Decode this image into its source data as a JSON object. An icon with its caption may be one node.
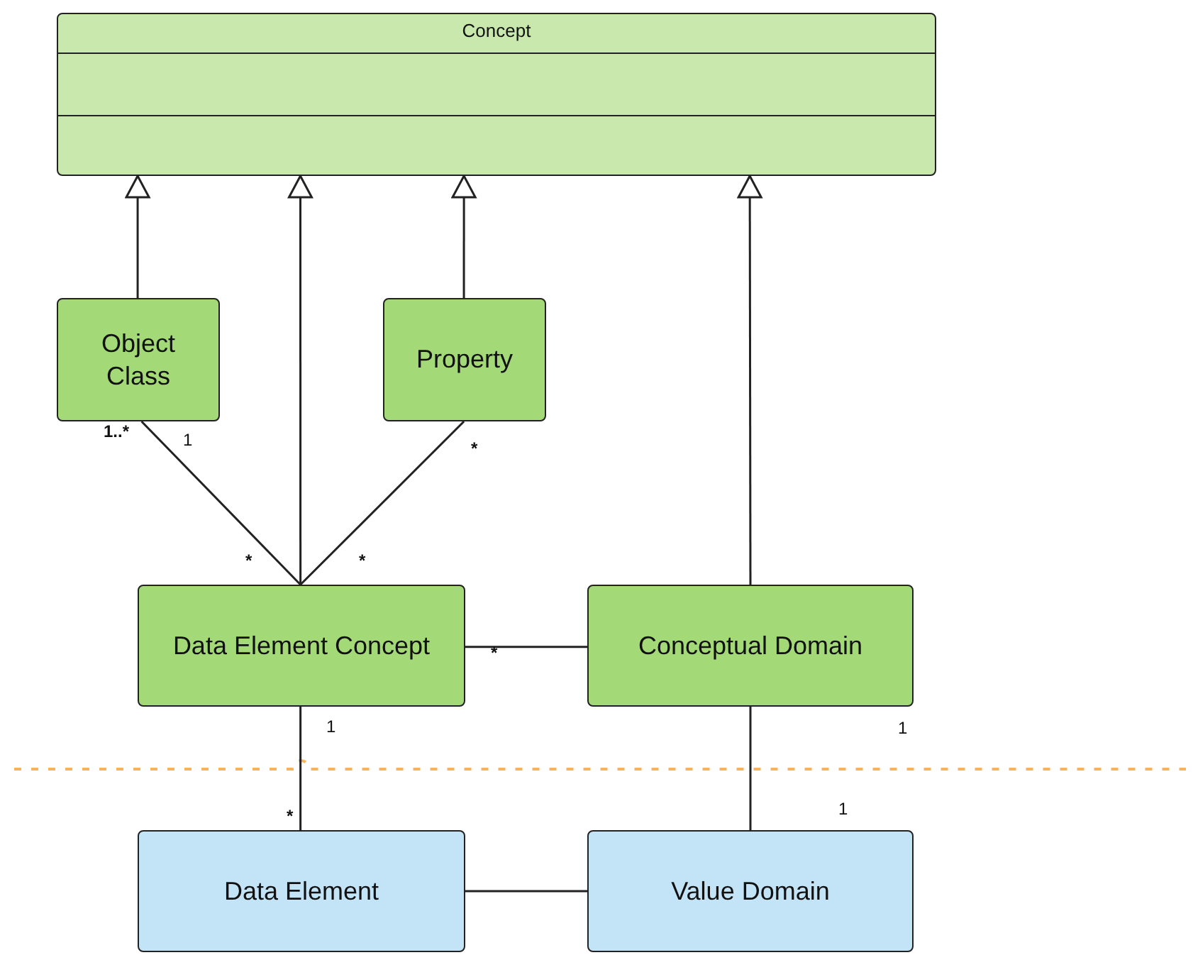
{
  "diagram": {
    "nodes": [
      {
        "text": [
          "Concept"
        ]
      },
      {
        "text": [
          "Object Class"
        ]
      },
      {
        "text": [
          "Property"
        ]
      },
      {
        "text": [
          "Data Element Concept"
        ]
      },
      {
        "text": [
          "Conceptual Domain"
        ]
      },
      {
        "text": [
          "Data Element"
        ]
      },
      {
        "text": [
          "Value Domain"
        ]
      }
    ],
    "edges": [
      {
        "from": 1,
        "to": 0,
        "arrow": "to"
      },
      {
        "from": 3,
        "to": 0,
        "arrow": "to"
      },
      {
        "from": 2,
        "to": 0,
        "arrow": "to"
      },
      {
        "from": 4,
        "to": 0,
        "arrow": "to"
      },
      {
        "from": 1,
        "to": 3,
        "arrow": "none"
      },
      {
        "from": 2,
        "to": 3,
        "arrow": "none"
      },
      {
        "from": 3,
        "to": 4,
        "arrow": "none"
      },
      {
        "from": 3,
        "to": 5,
        "arrow": "none"
      },
      {
        "from": 4,
        "to": 6,
        "arrow": "none"
      },
      {
        "from": 5,
        "to": 6,
        "arrow": "none"
      }
    ],
    "labels": [
      "1..*",
      "1",
      "*",
      "*",
      "*",
      "*",
      "1",
      "1",
      "1",
      "*"
    ]
  }
}
